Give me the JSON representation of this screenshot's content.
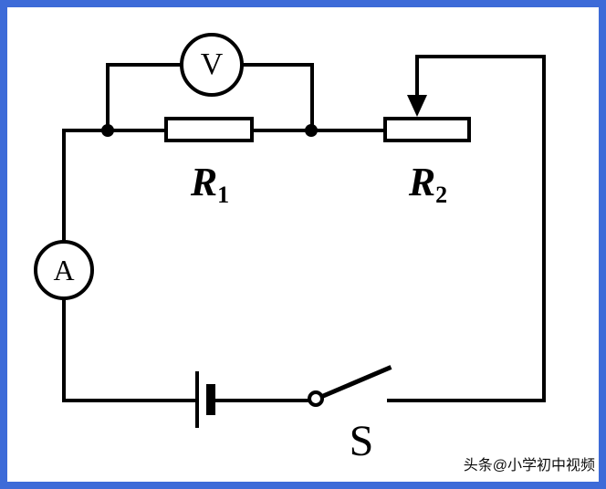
{
  "figure": {
    "background": "#ffffff",
    "border_color": "#3d6bd8",
    "line_color": "#000000",
    "type": "circuit-diagram"
  },
  "components": {
    "voltmeter": {
      "label": "V"
    },
    "ammeter": {
      "label": "A"
    },
    "resistor1": {
      "label": "R",
      "sub": "1"
    },
    "resistor2": {
      "label": "R",
      "sub": "2"
    },
    "switch": {
      "label": "S"
    }
  },
  "watermark": {
    "text": "头条@小学初中视频"
  }
}
